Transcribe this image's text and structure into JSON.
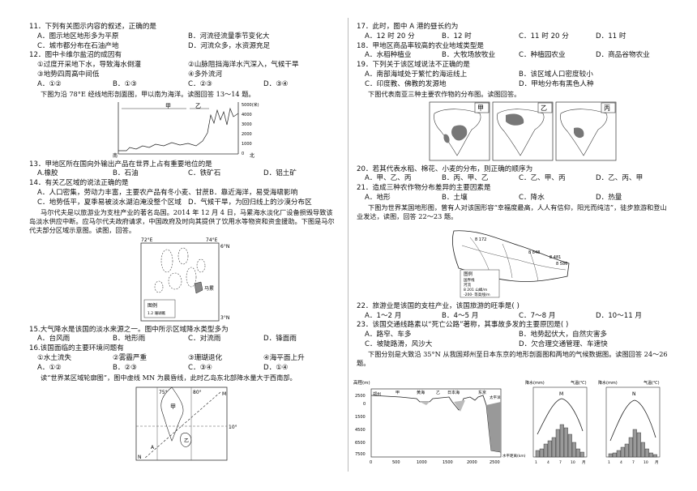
{
  "left": {
    "q11": {
      "stem": "11．下列有关图示内容的叙述，正确的是",
      "a": "A．图示地区地形多为平原",
      "b": "B．河流径流量季节变化大",
      "c": "C．城市都分布在石油产地",
      "d": "D．河流众多，水资源充足"
    },
    "q12": {
      "stem": "12．图中卡维尔盐沼的成因有",
      "s1": "①过度开采地下水，导致海水倒灌",
      "s2": "②山脉阻挡海洋水汽深入，气候干旱",
      "s3": "③地势四周高中间低",
      "s4": "④多外流河",
      "a": "A．①②",
      "b": "B．①③",
      "c": "C．②③",
      "d": "D．③④"
    },
    "intro1": "下图为沿 78°E 经线地形剖面图，甲以南为海洋。读图回答 13～14 题。",
    "profile": {
      "jia": "甲",
      "yi": "乙",
      "units": "5000(米)",
      "y4000": "4000",
      "y3000": "3000",
      "y2000": "2000",
      "y1000": "1000",
      "y0": "0",
      "south": "南",
      "north": "北"
    },
    "q13": {
      "stem": "13．甲地区所在国向外输出产品在世界上占有重要地位的是",
      "a": "A.橡胶",
      "b": "B．石油",
      "c": "C．铁矿石",
      "d": "D．铝土矿"
    },
    "q14": {
      "stem": "14．有关乙区域的说法正确的是",
      "a": "A．人口密集，劳动力丰富，主要农产品有冬小麦、甘蔗",
      "b": "B．靠近海洋，易受海啸影响",
      "c": "C．地势低平，夏季易被淡水湖泊淹没整个区域",
      "d": "D．气候干旱，为回归线上的沙漠分布区"
    },
    "intro2": "马尔代夫是以旅游业为支柱产业的著名岛国。2014 年 12 月 4 日，马累海水淡化厂设备损毁导致该岛淡水供应中断。应马尔代夫政府请求，中国政府及时向其提供了饮用水等物资和资金援助。下图是马尔代夫部分区域示意图。读图，回答。",
    "maldives": {
      "lon1": "72°E",
      "lon2": "74°E",
      "lat1": "6°N",
      "lat2": "3°N",
      "male": "马累",
      "legend": "图例",
      "legend_item": "1.2 珊瑚礁"
    },
    "q15": {
      "stem": "15.大气降水是该国的淡水来源之一。图中所示区域降水类型多为",
      "a": "A．台风雨",
      "b": "B．地形雨",
      "c": "C．对流雨",
      "d": "D．锋面雨"
    },
    "q16": {
      "stem": "16.该国面临的主要环境问题有",
      "s1": "①水土流失",
      "s2": "②雾霾严重",
      "s3": "③珊瑚退化",
      "s4": "④海平面上升",
      "a": "A．①②",
      "b": "B．②③",
      "c": "C．③④",
      "d": "D．①④"
    },
    "intro3": "读“世界某区域轮廓图”，图中虚线 MN 为晨昏线，此时乙岛东北部降水量大于西南部。",
    "world": {
      "lon1": "75°",
      "lon2": "80°",
      "lat": "10°",
      "m": "M",
      "n": "N",
      "a": "A",
      "jia": "甲",
      "yi": "乙"
    }
  },
  "right": {
    "q17": {
      "stem": "17．此时，图中 A 港的昼长约为",
      "a": "A．12 时 20 分",
      "b": "B．12 时",
      "c": "C．11 时 20 分",
      "d": "D．11 时"
    },
    "q18": {
      "stem": "18．甲地区商品率较高的农业地域类型是",
      "a": "A．水稻种植业",
      "b": "B．大牧场放牧业",
      "c": "C．种植园农业",
      "d": "D．商品谷物农业"
    },
    "q19": {
      "stem": "19．下列关于该区域说法不正确的是",
      "a": "A．南部海域处于繁忙的海运线上",
      "b": "B．该区域人口密度较小",
      "c": "C．印度教、佛教的发源地",
      "d": "D．甲地分布有黑色人种"
    },
    "intro4": "下图代表南亚三种主要农作物的分布图。读图回答。",
    "crops": [
      "甲",
      "乙",
      "丙"
    ],
    "q20": {
      "stem": "20．若其代表水稻、棉花、小麦的分布，则正确的顺序为",
      "a": "A．甲、乙、丙",
      "b": "B．丙、甲、乙",
      "c": "C．乙、甲、丙",
      "d": "D．乙、丙、甲"
    },
    "q21": {
      "stem": "21．造成三种农作物分布差异的主要因素是",
      "a": "A．地形",
      "b": "B．土壤",
      "c": "C．降水",
      "d": "D．热量"
    },
    "intro5": "下图为世界某国地形图，曾有人对该国形容“幸福度最高，人人有信仰，阳光而纯洁”，徒步旅游和登山业发达，读图，回答 22～23 题。",
    "nepal": {
      "l1": "8 172",
      "l2": "8 848",
      "l3": "8 481",
      "l4": "8 586",
      "legend": "图例",
      "i1": "国界线",
      "i2": "河流",
      "i3": "8 201 山峰/m",
      "i4": "-200- 等高线/m"
    },
    "q22": {
      "stem": "22．旅游业是该国的支柱产业，该国旅游的旺季是(      )",
      "a": "A．1～2 月",
      "b": "B．4～5 月",
      "c": "C．7～8 月",
      "d": "D．10～11 月"
    },
    "q23": {
      "stem": "23．该国交通线路素以“死亡公路”著称，其事故多发的主要原因是(      )",
      "a": "A．路窄、车多",
      "b": "B．地势起伏大，自然灾害多",
      "c": "C．坡陡路滑，风沙大",
      "d": "D．欠合理交通管理、车速快"
    },
    "intro6": "下图分别是大致沿 35°N 从我国郑州至日本东京的地形剖面图和两地的气候数据图。读图回答 24～26 题。",
    "section": {
      "ylabel": "高程(m)",
      "zz": "郑州",
      "jia": "甲",
      "huanghai": "黄海",
      "yi": "乙",
      "japansea": "日本海",
      "dj": "东京",
      "pacific": "太平洋",
      "xlabel": "水平距离(km)",
      "yt1": "2500",
      "yt2": "0",
      "yt3": "1500",
      "yt4": "4500",
      "yt5": "6500",
      "yt6": "7500",
      "xt1": "0",
      "xt2": "500",
      "xt3": "1000",
      "xt4": "1500",
      "xt5": "2000",
      "xt6": "2500"
    },
    "climM": {
      "prec": "降水(mm)",
      "temp": "气温(℃)",
      "name": "M",
      "months": [
        "1",
        "4",
        "7",
        "10",
        "月"
      ]
    },
    "climN": {
      "prec": "降水(mm)",
      "temp": "气温(℃)",
      "name": "N",
      "months": [
        "1",
        "4",
        "7",
        "10",
        "月"
      ]
    }
  }
}
